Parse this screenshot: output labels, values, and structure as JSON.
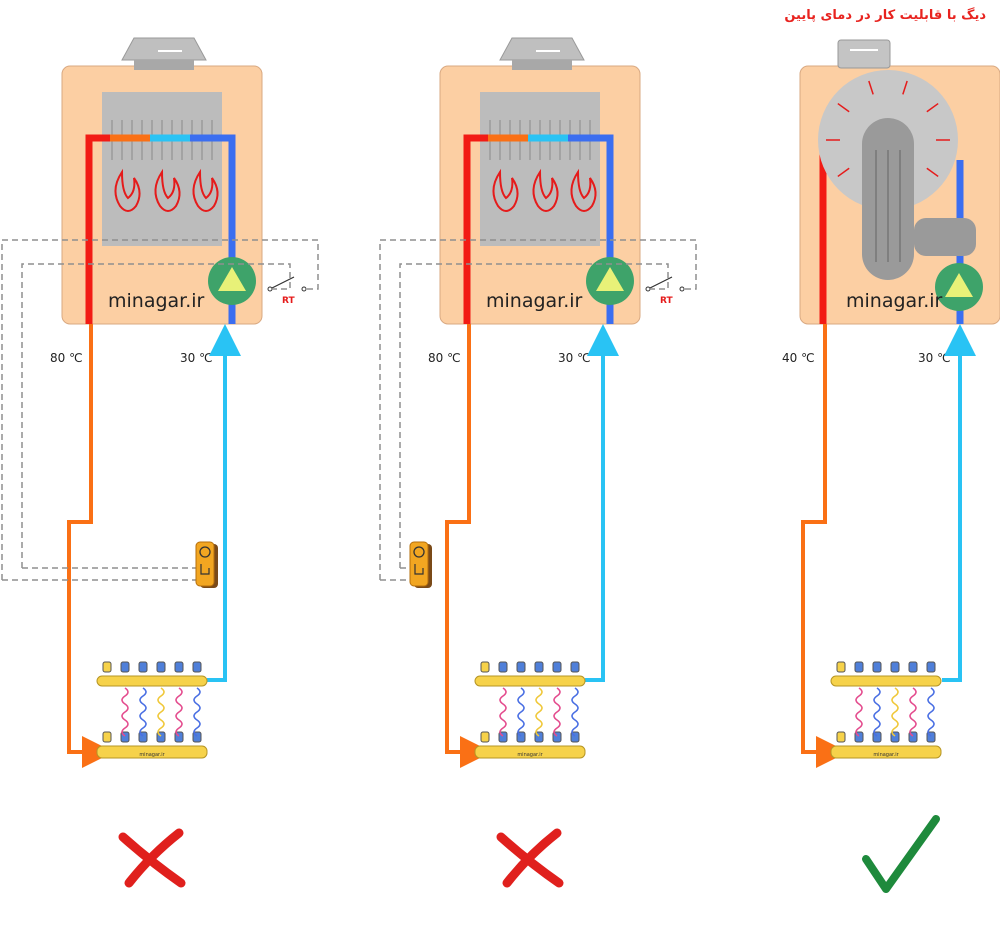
{
  "title": "دیگ با قابلیت کار در دمای پایین",
  "brand": "minagar.ir",
  "manifold_label": "minagar.ir",
  "thermostat_label": "RT",
  "panels": [
    {
      "type": "standard-boiler",
      "supply_temp": "80 ℃",
      "return_temp": "30 ℃",
      "verdict": "cross"
    },
    {
      "type": "standard-boiler",
      "supply_temp": "80 ℃",
      "return_temp": "30 ℃",
      "verdict": "cross"
    },
    {
      "type": "condensing-boiler",
      "supply_temp": "40 ℃",
      "return_temp": "30 ℃",
      "verdict": "check"
    }
  ],
  "colors": {
    "boiler_body": "#fccfa3",
    "supply_pipe": "#fa7015",
    "return_pipe": "#29c3f4",
    "hot_pipe": "#f21b14",
    "cold_pipe": "#3b6ef0",
    "pump": "#3ea36a",
    "cross": "#e0201d",
    "check": "#1e8a3c"
  },
  "icons": [
    "flue-icon",
    "heat-exchanger-icon",
    "flame-icon",
    "pump-icon",
    "thermostat-icon",
    "mixing-valve-icon",
    "manifold-icon",
    "cross-icon",
    "check-icon"
  ]
}
